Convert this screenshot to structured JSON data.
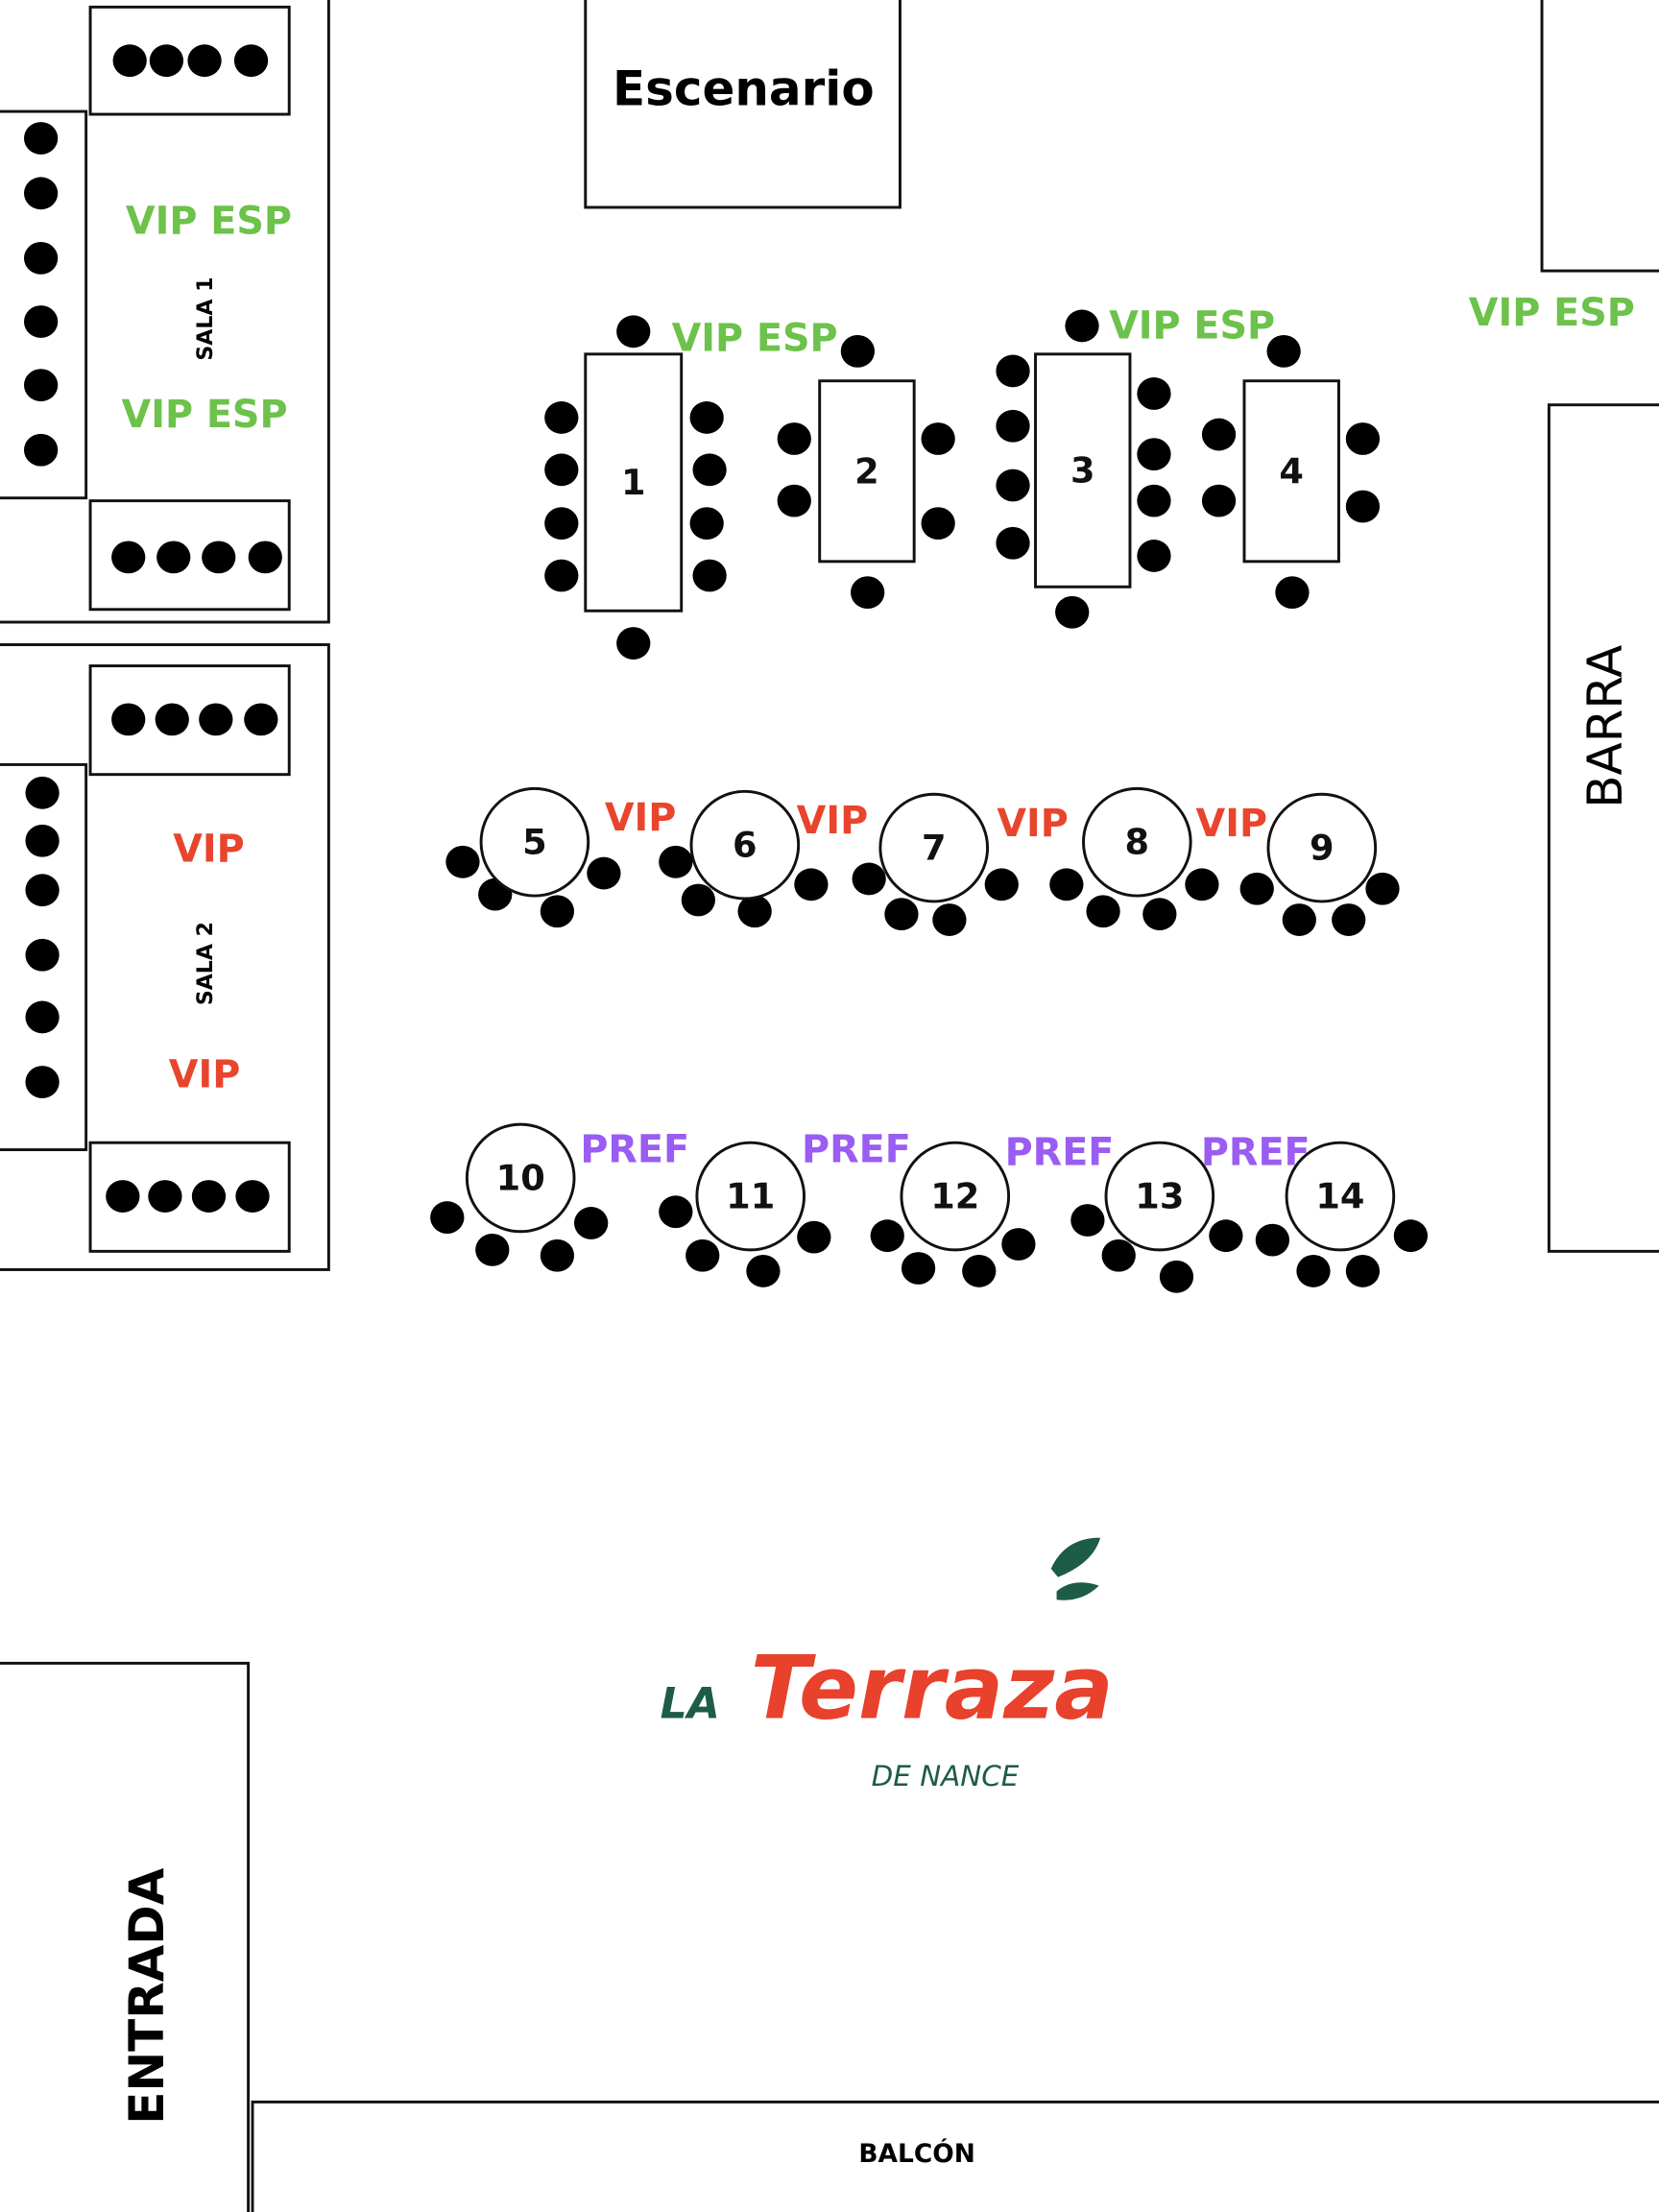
{
  "colors": {
    "vip_esp": "#6cc24a",
    "vip": "#e8452c",
    "pref": "#9a5cf2",
    "logo_red": "#e8412c",
    "logo_green": "#1d5c45"
  },
  "areas": {
    "stage": "Escenario",
    "bar": "BARRA",
    "entrance": "ENTRADA",
    "balcony": "BALCÓN",
    "room1": "SALA 1",
    "room2": "SALA 2"
  },
  "room_labels": {
    "room1": [
      "VIP ESP",
      "VIP ESP"
    ],
    "room2": [
      "VIP",
      "VIP"
    ],
    "right_edge": "VIP ESP"
  },
  "tables": {
    "rect": [
      "1",
      "2",
      "3",
      "4"
    ],
    "round_vip": [
      "5",
      "6",
      "7",
      "8",
      "9"
    ],
    "round_pref": [
      "10",
      "11",
      "12",
      "13",
      "14"
    ]
  },
  "zone_labels": {
    "rect_row": [
      "VIP ESP",
      "VIP ESP"
    ],
    "vip_row": [
      "VIP",
      "VIP",
      "VIP",
      "VIP"
    ],
    "pref_row": [
      "PREF",
      "PREF",
      "PREF",
      "PREF"
    ]
  },
  "logo": {
    "top": "LA",
    "main": "Terraza",
    "sub": "DE NANCE"
  }
}
